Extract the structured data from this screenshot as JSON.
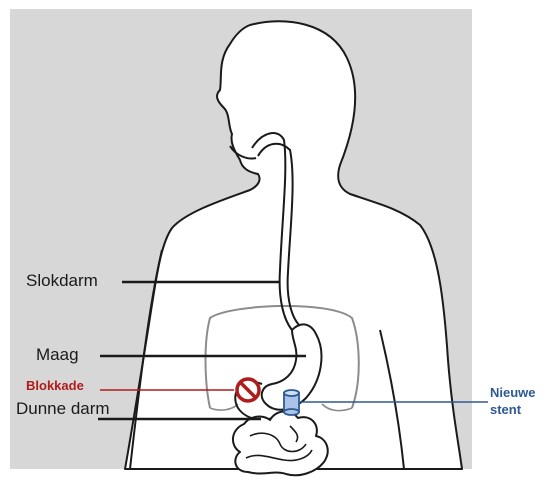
{
  "labels": {
    "slokdarm": "Slokdarm",
    "maag": "Maag",
    "blokkade": "Blokkade",
    "dunne_darm": "Dunne darm",
    "nieuwe_stent_line1": "Nieuwe",
    "nieuwe_stent_line2": "stent"
  },
  "colors": {
    "background_panel": "#d7d7d7",
    "body_fill": "#ffffff",
    "outline": "#1a1a1a",
    "ribcage": "#8c8c8c",
    "label_text": "#1a1a1a",
    "blokkade_accent": "#b01c1c",
    "stent_accent": "#2e5a94",
    "stent_fill": "#a9c4e8"
  },
  "icons": {
    "blockage": "no-entry-icon",
    "stent": "stent-cylinder-icon"
  }
}
